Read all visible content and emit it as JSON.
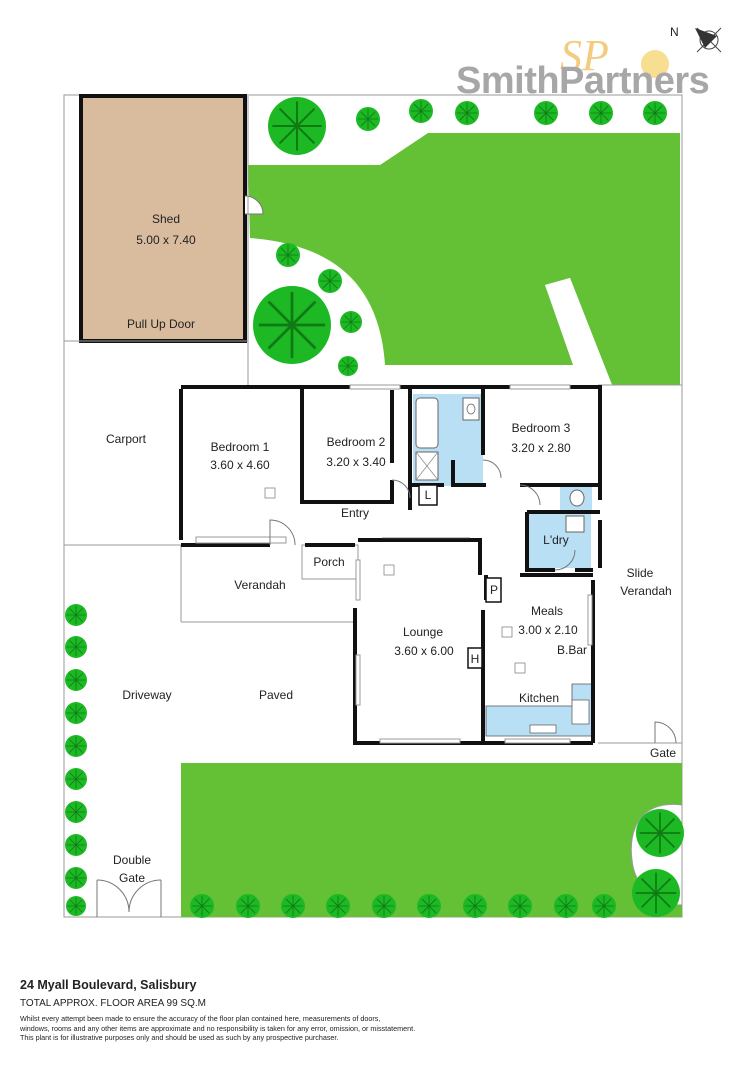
{
  "brand": {
    "name": "SmithPartners",
    "monogram": "SP"
  },
  "compass": {
    "north_label": "N"
  },
  "rooms": {
    "shed": {
      "name": "Shed",
      "size": "5.00 x 7.40",
      "door": "Pull Up Door"
    },
    "carport": {
      "name": "Carport"
    },
    "bedroom1": {
      "name": "Bedroom 1",
      "size": "3.60 x 4.60"
    },
    "bedroom2": {
      "name": "Bedroom 2",
      "size": "3.20 x 3.40"
    },
    "bedroom3": {
      "name": "Bedroom 3",
      "size": "3.20 x 2.80"
    },
    "entry": {
      "name": "Entry"
    },
    "porch": {
      "name": "Porch"
    },
    "laundry": {
      "name": "L'dry"
    },
    "linen": {
      "name": "L"
    },
    "pantry": {
      "name": "P"
    },
    "heater": {
      "name": "H"
    },
    "verandah": {
      "name": "Verandah"
    },
    "slide_verandah": {
      "line1": "Slide",
      "line2": "Verandah"
    },
    "lounge": {
      "name": "Lounge",
      "size": "3.60 x 6.00"
    },
    "meals": {
      "name": "Meals",
      "size": "3.00 x 2.10"
    },
    "bbar": {
      "name": "B.Bar"
    },
    "kitchen": {
      "name": "Kitchen"
    },
    "driveway": {
      "name": "Driveway"
    },
    "paved": {
      "name": "Paved"
    },
    "gate": {
      "name": "Gate"
    },
    "double_gate": {
      "line1": "Double",
      "line2": "Gate"
    }
  },
  "colors": {
    "lawn": "#64c136",
    "shed": "#d9bc9e",
    "tree": "#1db924",
    "tree_line": "#0f7a14",
    "wet": "#b9dff5",
    "wall": "#111111"
  },
  "footer": {
    "address": "24 Myall Boulevard, Salisbury",
    "area": "TOTAL APPROX. FLOOR AREA 99 SQ.M",
    "disclaimer": [
      "Whilst every attempt been made to ensure the accuracy of the floor plan contained here, measurements of doors,",
      "windows, rooms and any other items are approximate and no responsibility is taken for any error, omission, or misstatement.",
      "This plant is for illustrative purposes only and should be used as such by any prospective purchaser."
    ]
  }
}
